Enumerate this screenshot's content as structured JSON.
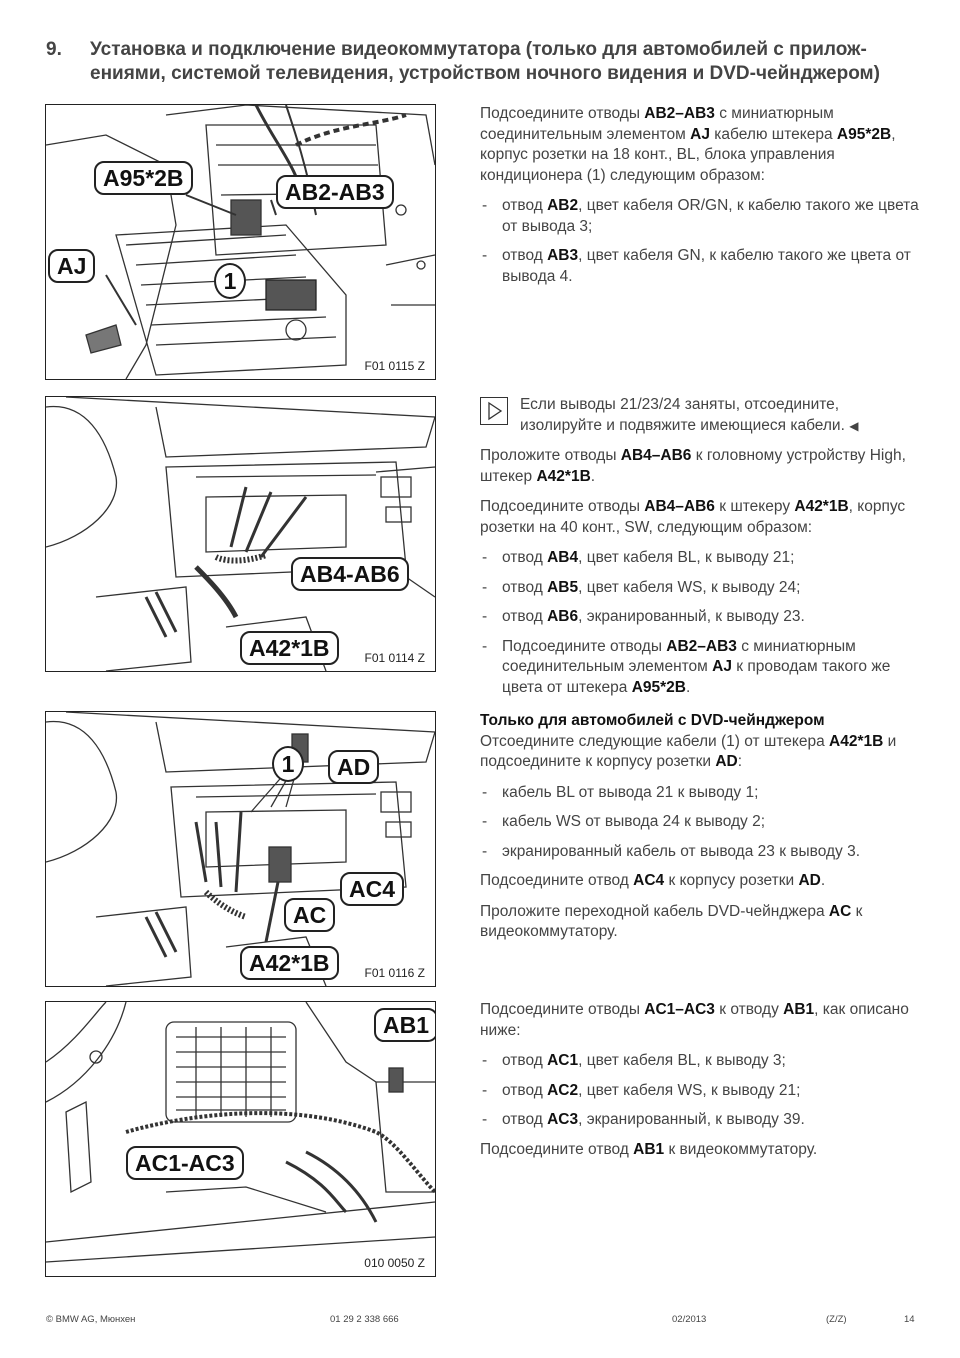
{
  "heading": {
    "number": "9.",
    "title": "Установка и подключение видеокоммутатора (только для автомобилей с прилож-ениями, системой телевидения, устройством ночного видения и DVD-чейнджером)"
  },
  "figures": [
    {
      "code": "F01 0115 Z",
      "callouts": [
        "A95*2B",
        "AB2-AB3",
        "AJ",
        "1"
      ]
    },
    {
      "code": "F01 0114 Z",
      "callouts": [
        "AB4-AB6",
        "A42*1B"
      ]
    },
    {
      "code": "F01 0116 Z",
      "callouts": [
        "1",
        "AD",
        "AC4",
        "AC",
        "A42*1B"
      ]
    },
    {
      "code": "010 0050 Z",
      "callouts": [
        "AB1",
        "AC1-AC3"
      ]
    }
  ],
  "section1": {
    "intro": [
      "Подсоедините отводы ",
      "AB2–AB3",
      " с миниатюрным соединительным элементом ",
      "AJ",
      " кабелю штекера ",
      "A95*2B",
      ", корпус розетки на 18 конт., BL, блока управления кондиционера (1) следующим образом:"
    ],
    "items": [
      [
        "отвод ",
        "AB2",
        ", цвет кабеля OR/GN, к кабелю такого же цвета от вывода 3;"
      ],
      [
        "отвод ",
        "AB3",
        ", цвет кабеля GN, к кабелю такого же цвета от вывода 4."
      ]
    ]
  },
  "section2": {
    "note": "Если выводы 21/23/24 заняты, отсоедините, изолируйте и подвяжите имеющиеся кабели.",
    "route": [
      "Проложите отводы ",
      "AB4–AB6",
      " к головному устройству High, штекер ",
      "A42*1B",
      "."
    ],
    "connect": [
      "Подсоедините отводы ",
      "AB4–AB6",
      " к штекеру ",
      "A42*1B",
      ", корпус розетки на 40 конт., SW, следующим образом:"
    ],
    "items": [
      [
        "отвод ",
        "AB4",
        ", цвет кабеля BL, к выводу 21;"
      ],
      [
        "отвод ",
        "AB5",
        ", цвет кабеля WS, к выводу 24;"
      ],
      [
        "отвод ",
        "AB6",
        ", экранированный, к выводу 23."
      ],
      [
        "Подсоедините отводы ",
        "AB2–AB3",
        " с миниатюрным соединительным элементом ",
        "AJ",
        " к проводам такого же цвета от штекера ",
        "A95*2B",
        "."
      ]
    ]
  },
  "section3": {
    "subheading": "Только для автомобилей с DVD-чейнджером",
    "intro": [
      "Отсоедините следующие кабели (1) от штекера ",
      "A42*1B",
      " и подсоедините к корпусу розетки ",
      "AD",
      ":"
    ],
    "items": [
      [
        "кабель BL от вывода 21 к выводу 1;"
      ],
      [
        "кабель WS от вывода 24 к выводу 2;"
      ],
      [
        "экранированный кабель от вывода 23 к выводу 3."
      ]
    ],
    "p1": [
      "Подсоедините отвод ",
      "AC4",
      " к корпусу розетки ",
      "AD",
      "."
    ],
    "p2": [
      "Проложите переходной кабель DVD-чейнджера ",
      "AC",
      " к видеокоммутатору."
    ]
  },
  "section4": {
    "intro": [
      "Подсоедините отводы ",
      "AC1–AC3",
      " к отводу ",
      "AB1",
      ", как описано ниже:"
    ],
    "items": [
      [
        "отвод ",
        "AC1",
        ", цвет кабеля BL, к выводу 3;"
      ],
      [
        "отвод ",
        "AC2",
        ", цвет кабеля WS, к выводу 21;"
      ],
      [
        "отвод ",
        "AC3",
        ", экранированный, к выводу 39."
      ]
    ],
    "final": [
      "Подсоедините отвод ",
      "AB1",
      " к видеокоммутатору."
    ]
  },
  "footer": {
    "copyright": "© BMW AG, Мюнхен",
    "part_number": "01 29 2 338 666",
    "date": "02/2013",
    "code": "(Z/Z)",
    "page": "14"
  }
}
